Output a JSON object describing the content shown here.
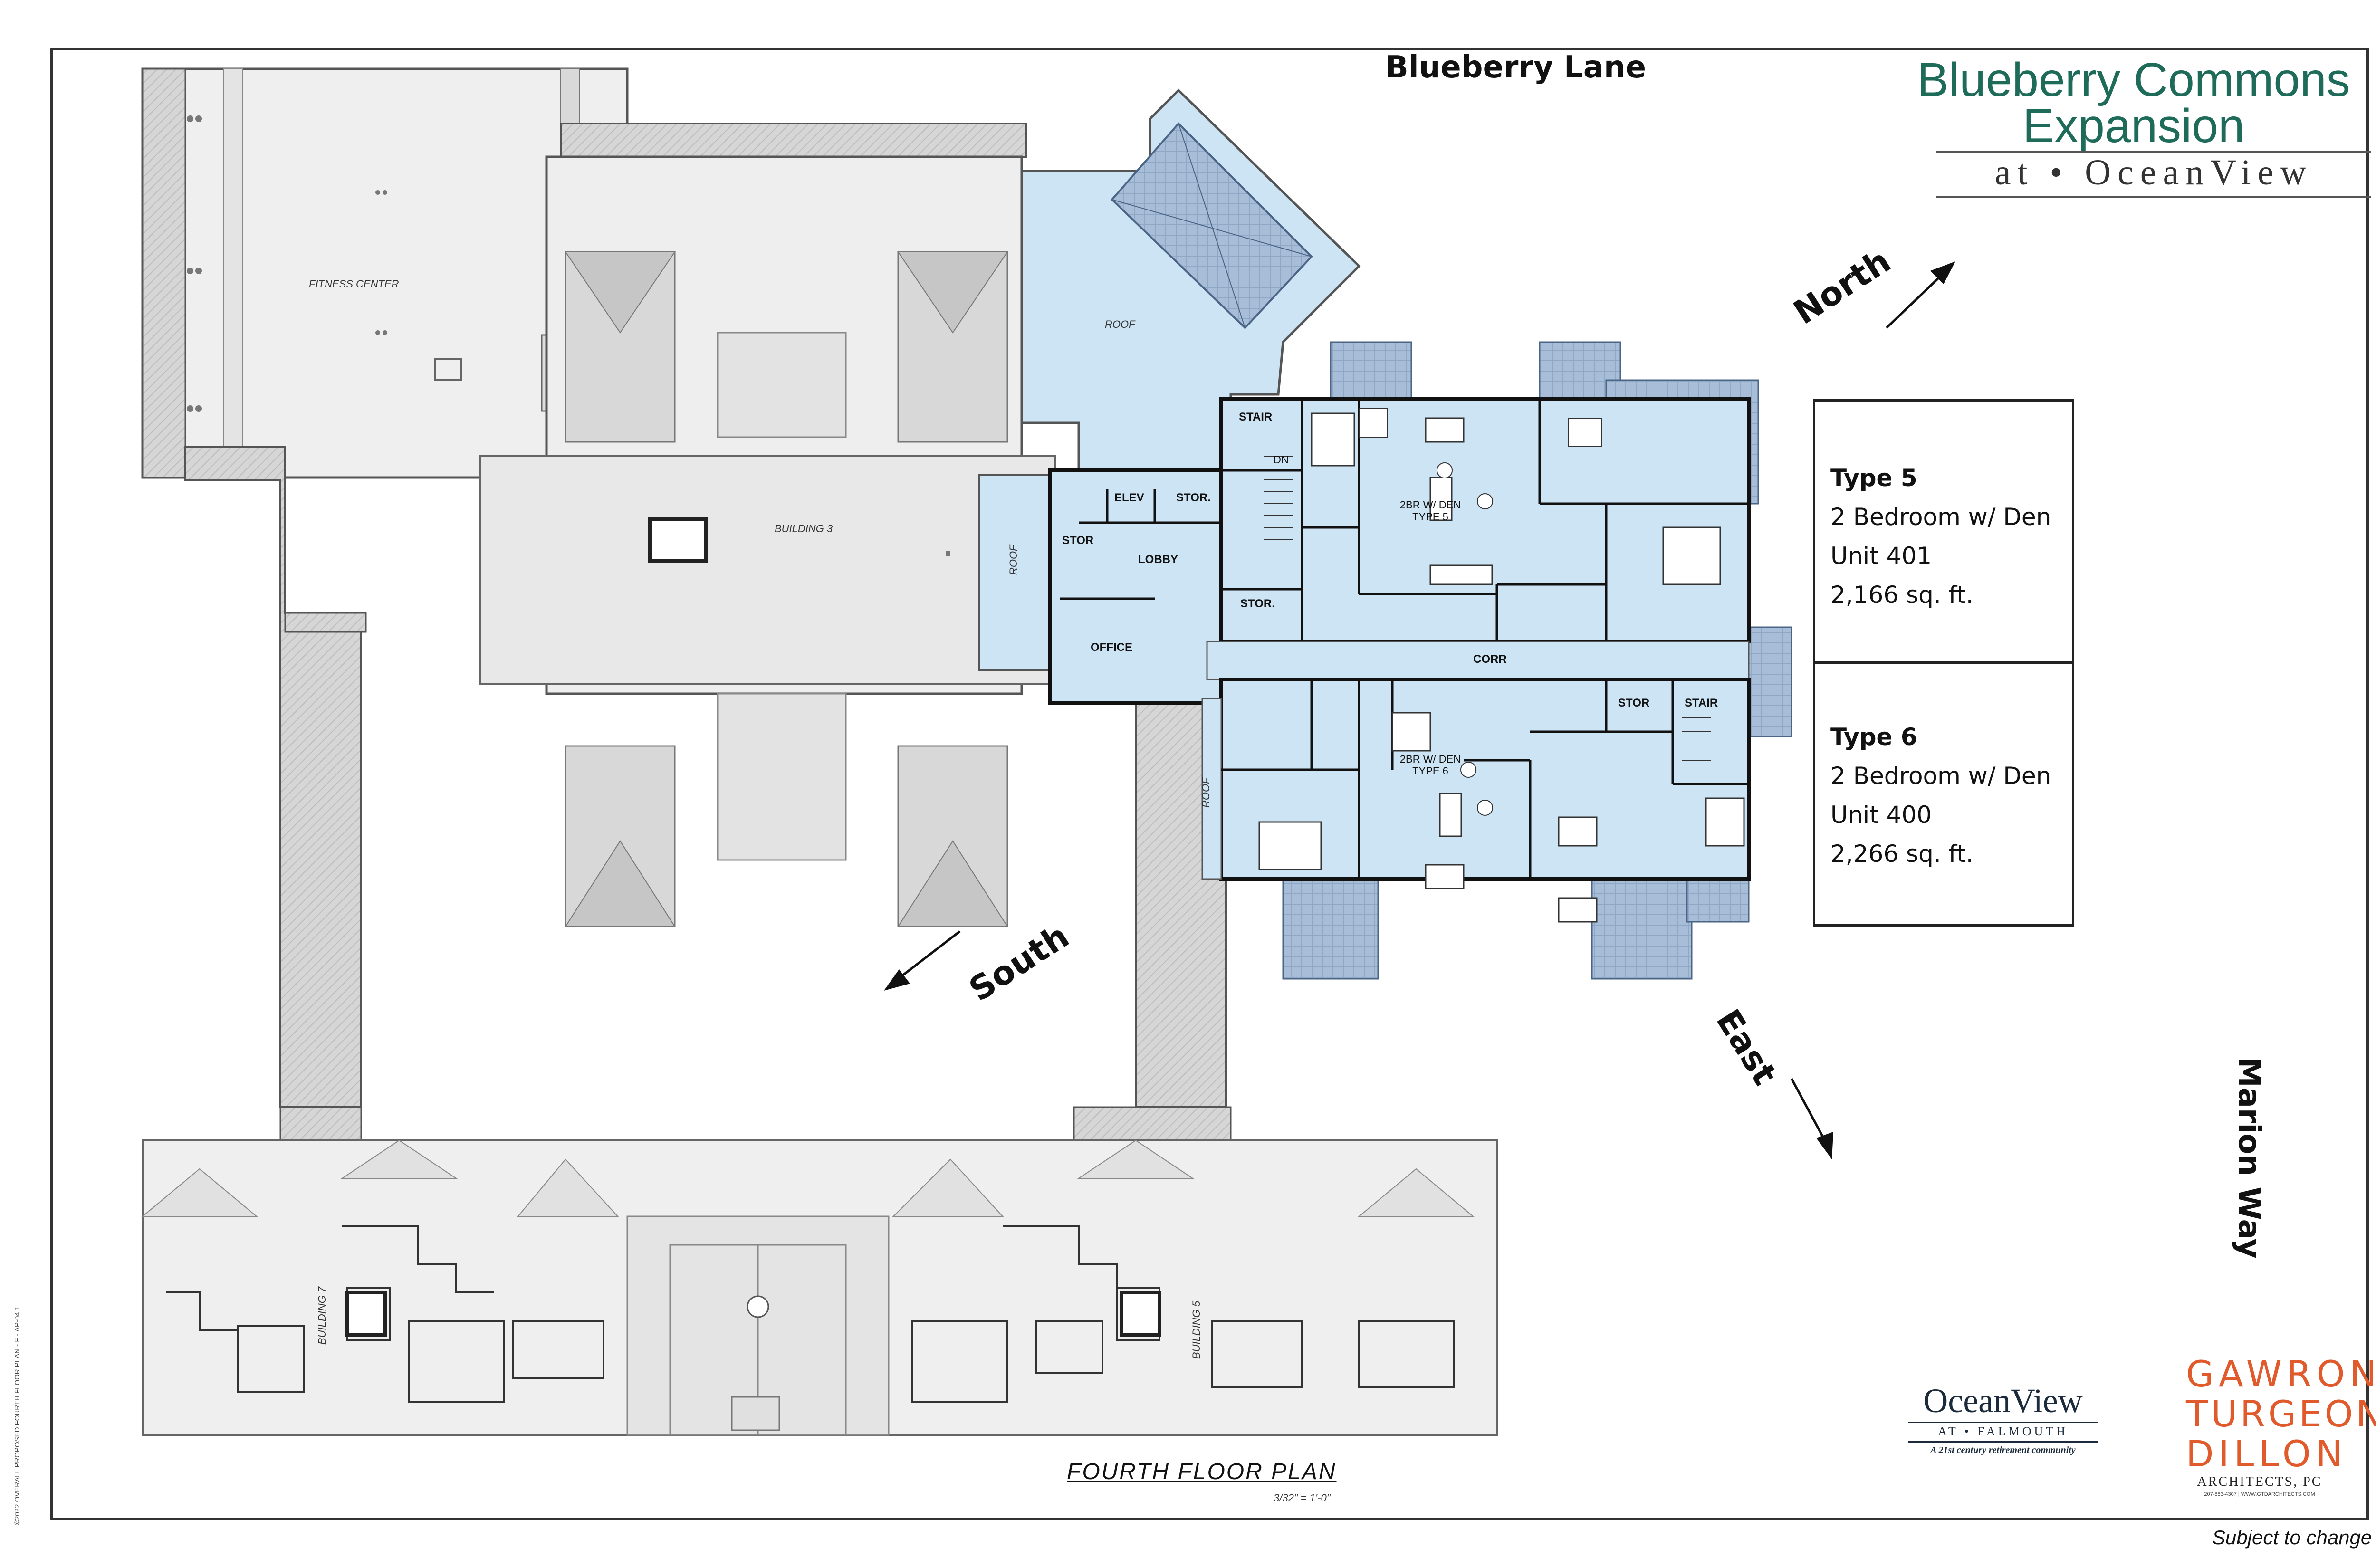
{
  "street_top": "Blueberry Lane",
  "street_right": "Marion Way",
  "title": {
    "line1": "Blueberry Commons",
    "line2": "Expansion",
    "sub": "at • OceanView"
  },
  "compass": {
    "north": "North",
    "south": "South",
    "east": "East"
  },
  "units": [
    {
      "type": "Type 5",
      "desc": "2 Bedroom w/ Den",
      "unit": "Unit 401",
      "area": "2,166 sq. ft."
    },
    {
      "type": "Type 6",
      "desc": "2 Bedroom w/ Den",
      "unit": "Unit 400",
      "area": "2,266 sq. ft."
    }
  ],
  "plan_labels": {
    "fitness_center": "FITNESS CENTER",
    "building_3": "BUILDING 3",
    "roof": "ROOF",
    "stair": "STAIR",
    "elev": "ELEV",
    "stor": "STOR.",
    "stor2": "STOR",
    "lobby": "LOBBY",
    "office": "OFFICE",
    "corr": "CORR",
    "unit5_line1": "2BR W/ DEN",
    "unit5_line2": "TYPE 5",
    "unit6_line1": "2BR W/ DEN",
    "unit6_line2": "TYPE 6",
    "dn": "DN",
    "building_7": "BUILDING 7",
    "building_5": "BUILDING 5"
  },
  "plan_title": "FOURTH FLOOR PLAN",
  "scale": "3/32\" = 1'-0\"",
  "side_note": "©2022 OVERALL PROPOSED FOURTH FLOOR PLAN - F - AP-04.1",
  "oceanview_logo": {
    "name": "OceanView",
    "sub": "AT • FALMOUTH",
    "tagline": "A 21st century retirement community"
  },
  "architect_logo": {
    "l1": "GAWRON",
    "l2": "TURGEON",
    "l3": "DILLON",
    "l4": "ARCHITECTS, PC",
    "contact": "207-883-4307 | WWW.GTDARCHITECTS.COM"
  },
  "disclaimer": "Subject to change",
  "colors": {
    "title": "#1f6b5a",
    "unit_fill": "#cde4f4",
    "roof_blue": "#9fb7d4",
    "existing": "#ececec",
    "architect": "#e05a2b"
  }
}
